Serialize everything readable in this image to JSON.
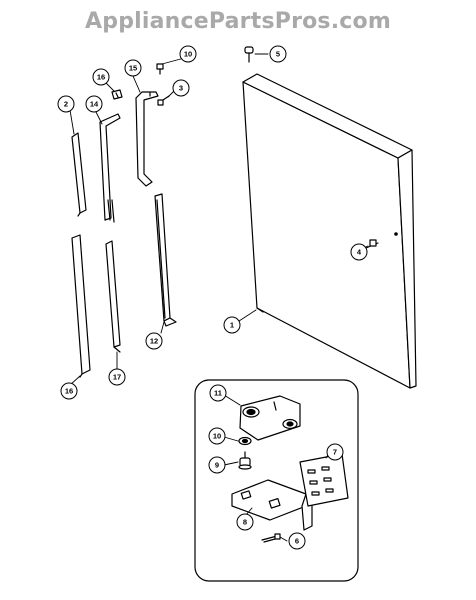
{
  "watermark": "AppliancePartsPros.com",
  "callouts": {
    "c1": "1",
    "c2": "2",
    "c3": "3",
    "c4": "4",
    "c5": "5",
    "c6": "6",
    "c7": "7",
    "c8": "8",
    "c9": "9",
    "c10a": "10",
    "c10b": "10",
    "c11": "11",
    "c12": "12",
    "c14": "14",
    "c15": "15",
    "c16a": "16",
    "c16b": "16",
    "c17": "17"
  }
}
